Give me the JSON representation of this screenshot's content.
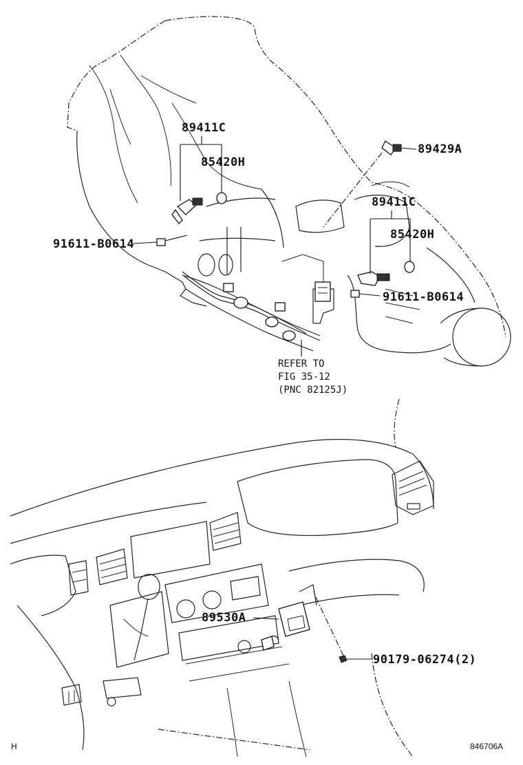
{
  "labels": {
    "part_89411c_upper": "89411C",
    "part_85420h_upper": "85420H",
    "part_91611_left": "91611-B0614",
    "part_89429a": "89429A",
    "part_89411c_right": "89411C",
    "part_85420h_right": "85420H",
    "part_91611_right": "91611-B0614",
    "part_89530a": "89530A",
    "part_90179": "90179-06274(2)"
  },
  "reference": {
    "line1": "REFER TO",
    "line2": "FIG 35-12",
    "line3": "(PNC 82125J)"
  },
  "footer": {
    "left_mark": "H",
    "drawing_number": "846706A"
  }
}
